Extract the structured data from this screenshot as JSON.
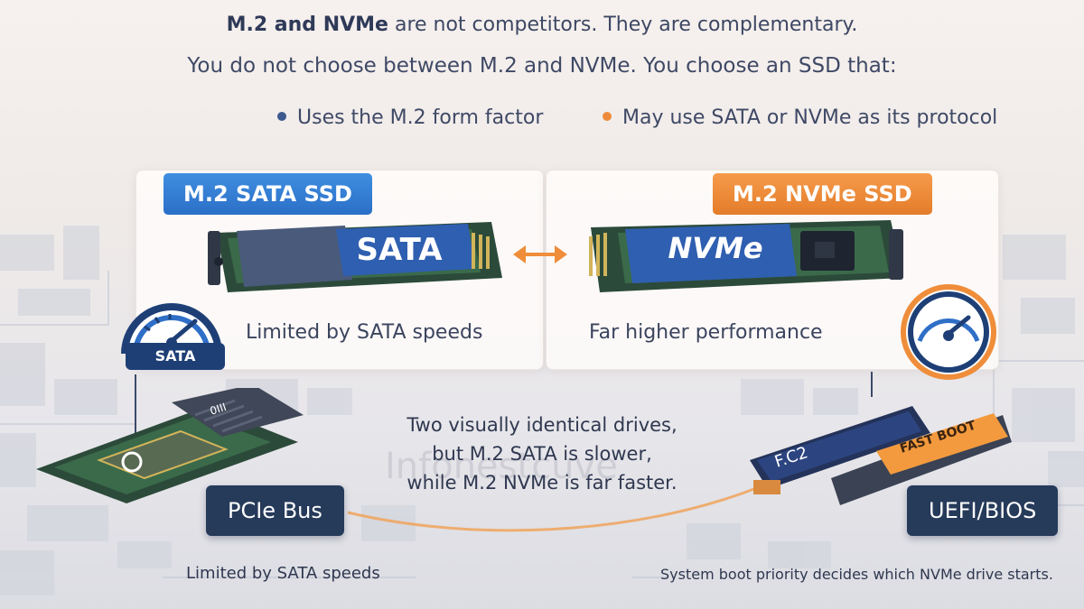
{
  "header": {
    "title_bold": "M.2 and NVMe",
    "title_rest": " are not competitors. They are complementary.",
    "subtitle": "You do not choose between M.2 and NVMe. You choose an SSD that:"
  },
  "bullets": [
    {
      "text": "Uses the M.2 form factor",
      "color": "#3d5a8e"
    },
    {
      "text": "May use SATA or NVMe as its protocol",
      "color": "#ee8a3a"
    }
  ],
  "left_panel": {
    "tag": "M.2 SATA SSD",
    "drive_label": "SATA",
    "performance": "Limited by SATA speeds",
    "gauge_label": "SATA",
    "accent": "#2b6fc7"
  },
  "right_panel": {
    "tag": "M.2 NVMe SSD",
    "drive_label": "NVMe",
    "performance": "Far higher performance",
    "accent": "#e47c2a"
  },
  "caption": {
    "line1": "Two visually identical drives,",
    "line2": "but M.2 SATA is slower,",
    "line3": "while M.2 NVMe is far faster."
  },
  "watermark": "Infonestcuve",
  "bottom_left": {
    "box": "PCIe Bus",
    "drive_label": "0III",
    "note": "Limited by SATA speeds"
  },
  "bottom_right": {
    "box": "UEFI/BIOS",
    "drive_label": "F.C2",
    "badge": "FAST BOOT",
    "note": "System boot priority decides which NVMe drive starts."
  }
}
